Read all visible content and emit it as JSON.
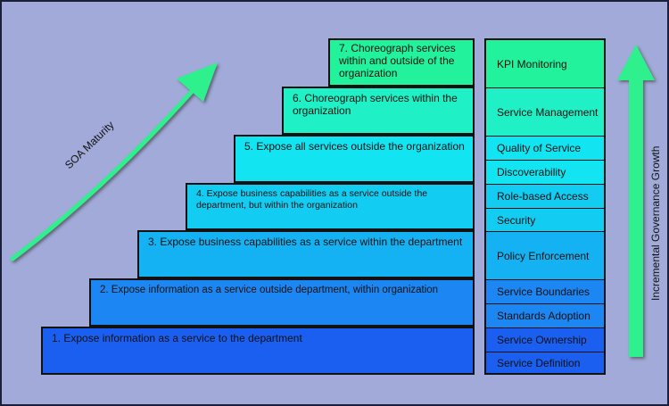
{
  "steps": [
    {
      "lines": [
        "1. Expose information as a service to the department"
      ]
    },
    {
      "lines": [
        "2.  Expose information as a service outside department, within organization"
      ]
    },
    {
      "lines": [
        "3. Expose business capabilities as a service within the department"
      ]
    },
    {
      "lines": [
        "4. Expose business capabilities as a service outside the",
        "department, but within the organization"
      ]
    },
    {
      "lines": [
        "5. Expose all services outside the organization"
      ]
    },
    {
      "lines": [
        "6. Choreograph services within the",
        "organization"
      ]
    },
    {
      "lines": [
        "7. Choreograph services",
        "within and outside of the",
        "organization"
      ]
    }
  ],
  "governance": [
    "KPI Monitoring",
    "Service Management",
    "Quality of Service",
    "Discoverability",
    "Role-based Access",
    "Security",
    "Policy Enforcement",
    "Service Boundaries",
    "Standards Adoption",
    "Service Ownership",
    "Service Definition"
  ],
  "labels": {
    "soa_maturity": "SOA Maturity",
    "governance_growth": "Incremental Governance Growth"
  },
  "colors": {
    "background": "#a1aad8",
    "arrow": "#2ef08c",
    "step1": "#1a5ff0",
    "step7": "#23f29c"
  }
}
